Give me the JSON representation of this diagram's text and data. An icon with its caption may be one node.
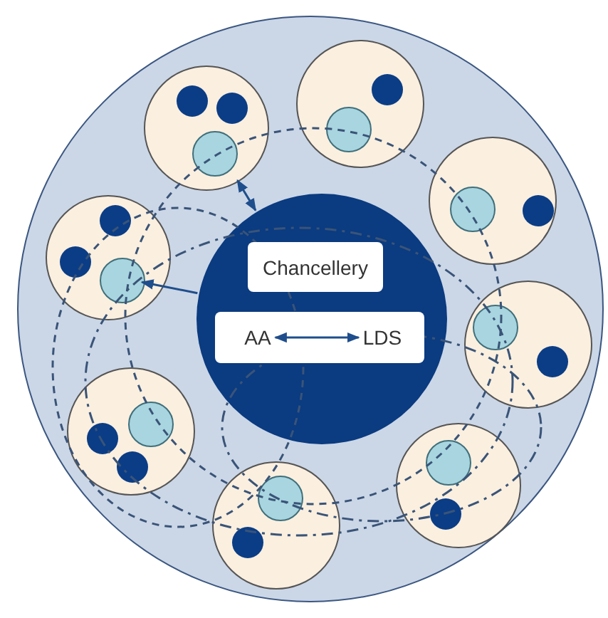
{
  "diagram": {
    "nodes": [
      {
        "text": [],
        "shape": "circle"
      },
      {
        "text": [],
        "shape": "circle",
        "in": 0
      },
      {
        "text": [
          "Chancellery"
        ],
        "in": 1
      },
      {
        "text": [
          "AA"
        ],
        "in": 1
      },
      {
        "text": [
          "LDS"
        ],
        "in": 1
      },
      {
        "text": [],
        "shape": "circle",
        "in": 0
      },
      {
        "text": [],
        "shape": "circle",
        "in": 5
      },
      {
        "text": [],
        "shape": "circle",
        "in": 0
      },
      {
        "text": [],
        "shape": "circle",
        "in": 7
      },
      {
        "text": [],
        "shape": "circle",
        "in": 0
      },
      {
        "text": [],
        "shape": "circle",
        "in": 9
      },
      {
        "text": [],
        "shape": "circle",
        "in": 0
      },
      {
        "text": [],
        "shape": "circle",
        "in": 11
      },
      {
        "text": [],
        "shape": "circle",
        "in": 0
      },
      {
        "text": [],
        "shape": "circle",
        "in": 13
      },
      {
        "text": [],
        "shape": "circle",
        "in": 0
      },
      {
        "text": [],
        "shape": "circle",
        "in": 15
      },
      {
        "text": [],
        "shape": "circle",
        "in": 0
      },
      {
        "text": [],
        "shape": "circle",
        "in": 17
      },
      {
        "text": [],
        "shape": "circle",
        "in": 0
      },
      {
        "text": [],
        "shape": "circle",
        "in": 19
      }
    ],
    "edges": [
      {
        "from": 3,
        "to": 4,
        "arrow": "both"
      },
      {
        "from": 7,
        "to": 1,
        "arrow": "both"
      },
      {
        "from": 1,
        "to": 12,
        "arrow": "to"
      }
    ]
  }
}
